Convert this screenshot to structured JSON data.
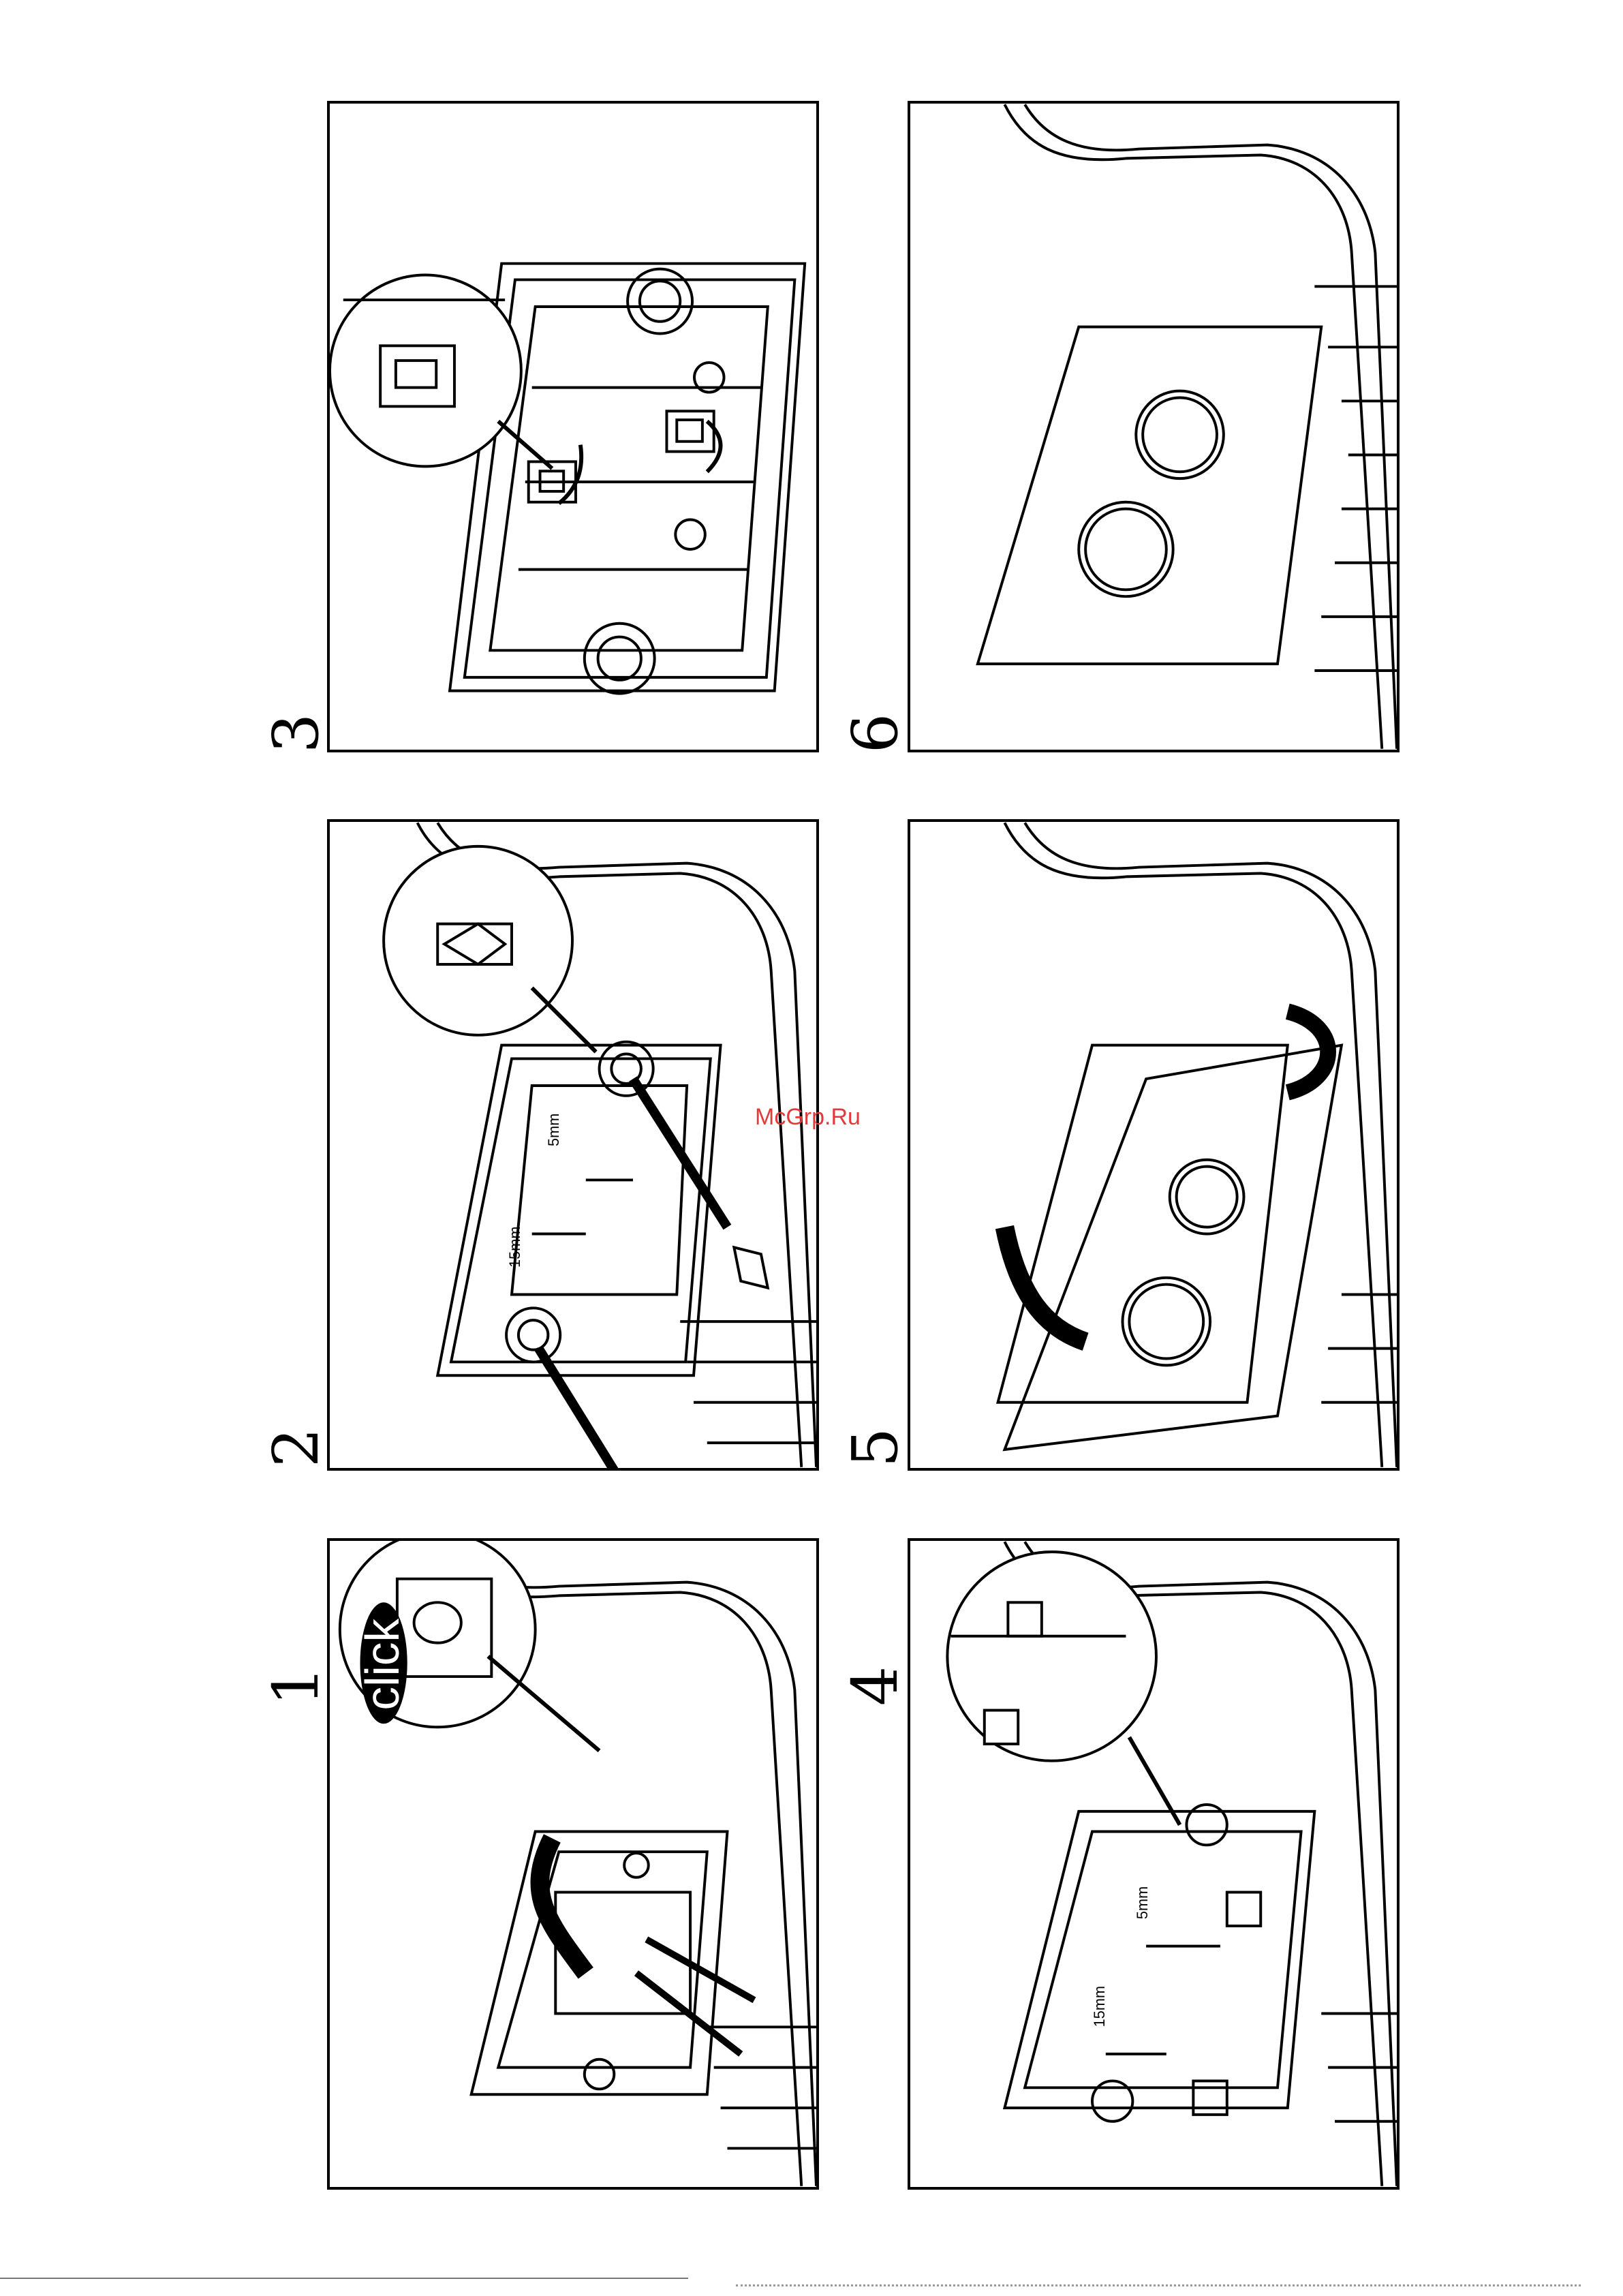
{
  "steps": [
    "1",
    "2",
    "3",
    "4",
    "5",
    "6"
  ],
  "labels": {
    "click": "click",
    "dim_15mm": "15mm",
    "dim_5mm": "5mm"
  },
  "watermark": "McGrp.Ru",
  "colors": {
    "line": "#000000",
    "watermark": "#e23a3a"
  }
}
